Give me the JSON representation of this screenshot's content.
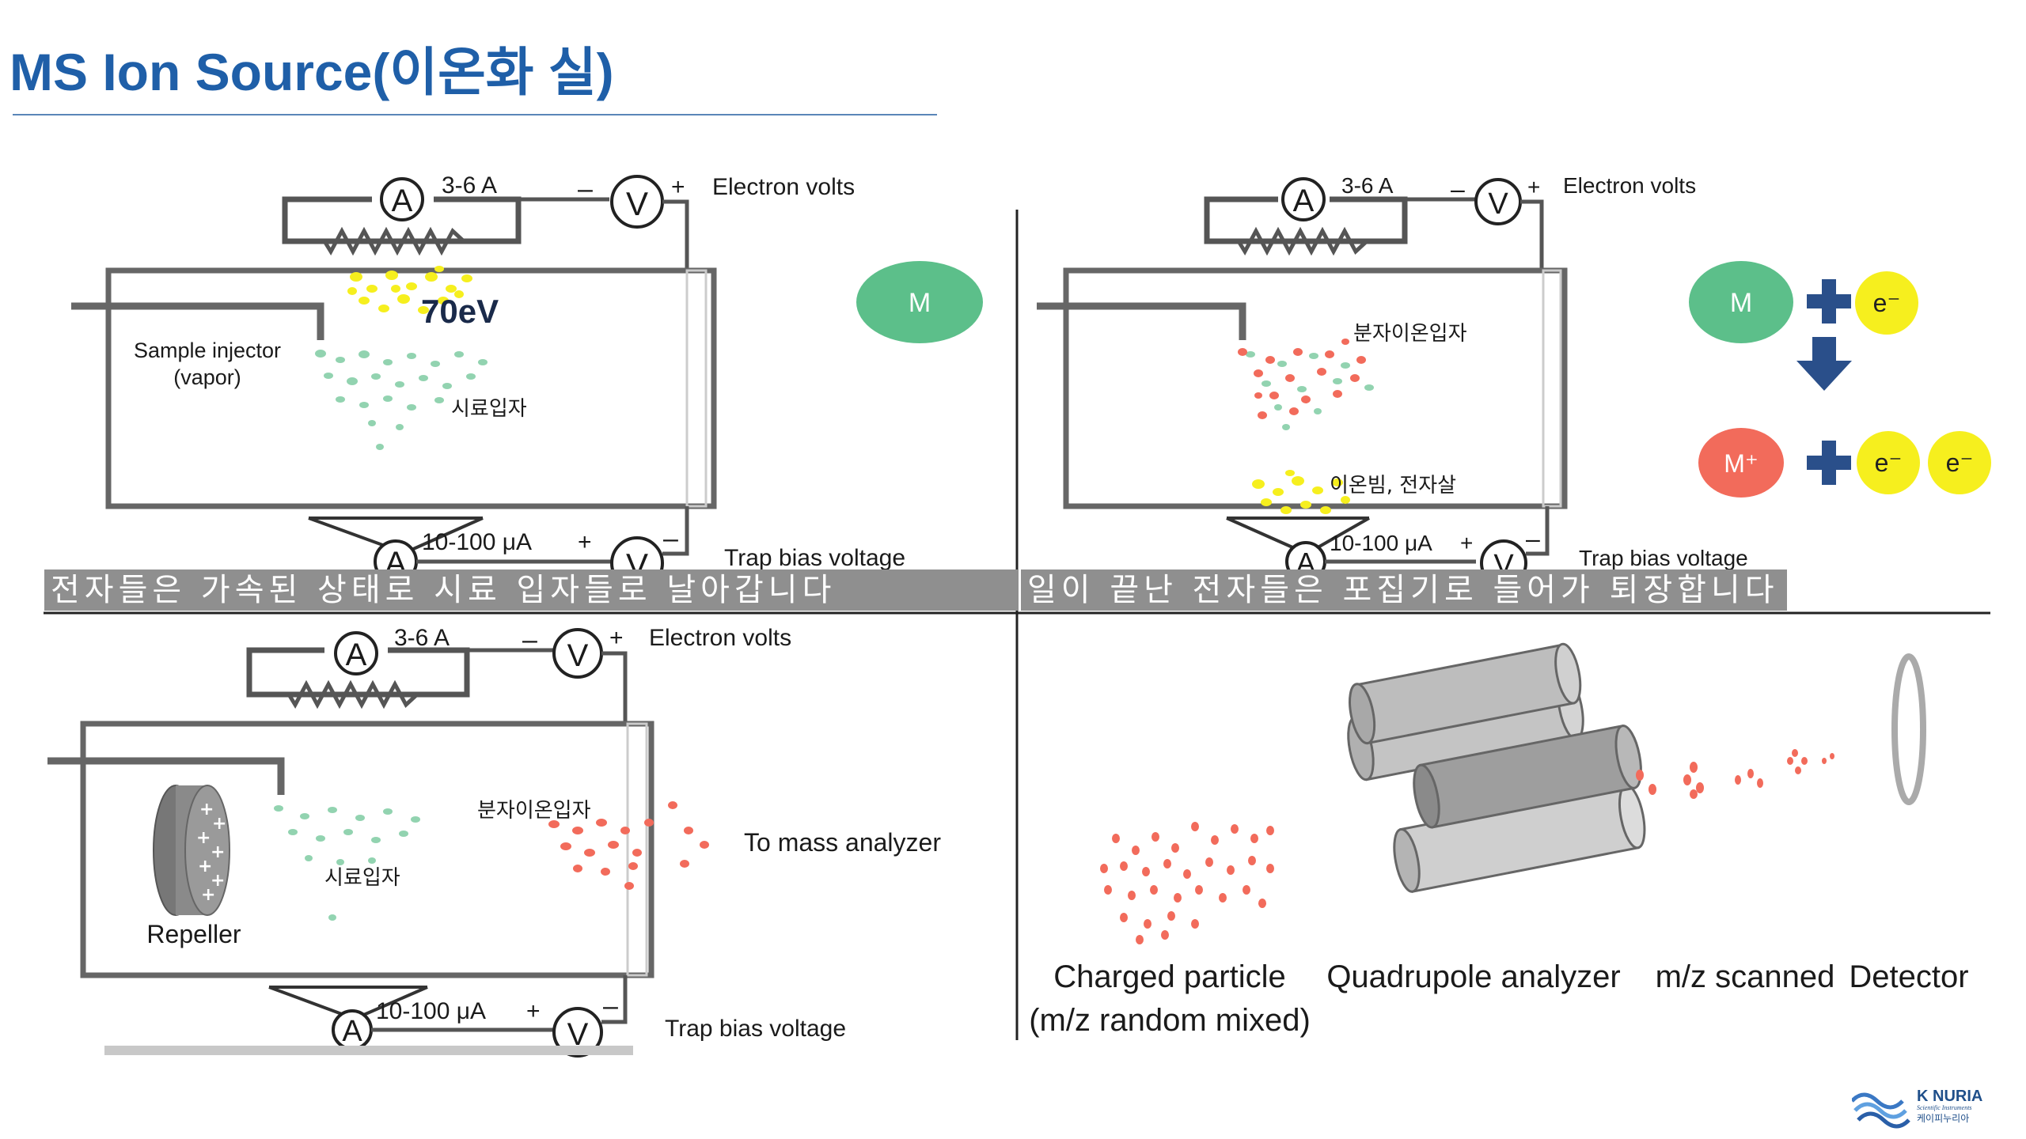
{
  "title": "MS Ion Source(이온화 실)",
  "panel1": {
    "current_label": "3-6 A",
    "electron_volts": "Electron volts",
    "energy": "70eV",
    "injector_line1": "Sample injector",
    "injector_line2": "(vapor)",
    "particle_label": "시료입자",
    "trap_current": "10-100 μA",
    "trap_bias": "Trap bias voltage",
    "molecule": "M",
    "caption": "전자들은 가속된 상태로 시료 입자들로 날아갑니다"
  },
  "panel2": {
    "current_label": "3-6 A",
    "electron_volts": "Electron volts",
    "ion_label": "분자이온입자",
    "beam_label": "이온빔, 전자살",
    "trap_current": "10-100 μA",
    "trap_bias": "Trap bias voltage",
    "molecule": "M",
    "electron": "e⁻",
    "molecular_ion": "M⁺",
    "caption": "일이 끝난 전자들은 포집기로 들어가 퇴장합니다"
  },
  "panel3": {
    "current_label": "3-6 A",
    "electron_volts": "Electron volts",
    "ion_label": "분자이온입자",
    "particle_label": "시료입자",
    "repeller": "Repeller",
    "to_analyzer": "To mass analyzer",
    "trap_current": "10-100 μA",
    "trap_bias": "Trap bias voltage"
  },
  "panel4": {
    "charged_line1": "Charged particle",
    "charged_line2": "(m/z random mixed)",
    "quadrupole": "Quadrupole analyzer",
    "scanned": "m/z scanned",
    "detector": "Detector"
  },
  "meter": {
    "ammeter": "A",
    "voltmeter": "V",
    "minus": "–",
    "plus": "+"
  },
  "logo": {
    "brand": "K NURIA",
    "tagline": "Scientific Instruments",
    "korean": "케이피누리아"
  },
  "colors": {
    "title": "#1f5fa8",
    "green": "#5cbf8a",
    "red": "#f26b5b",
    "yellow": "#f6ef1e",
    "navy": "#2a4f8a"
  }
}
